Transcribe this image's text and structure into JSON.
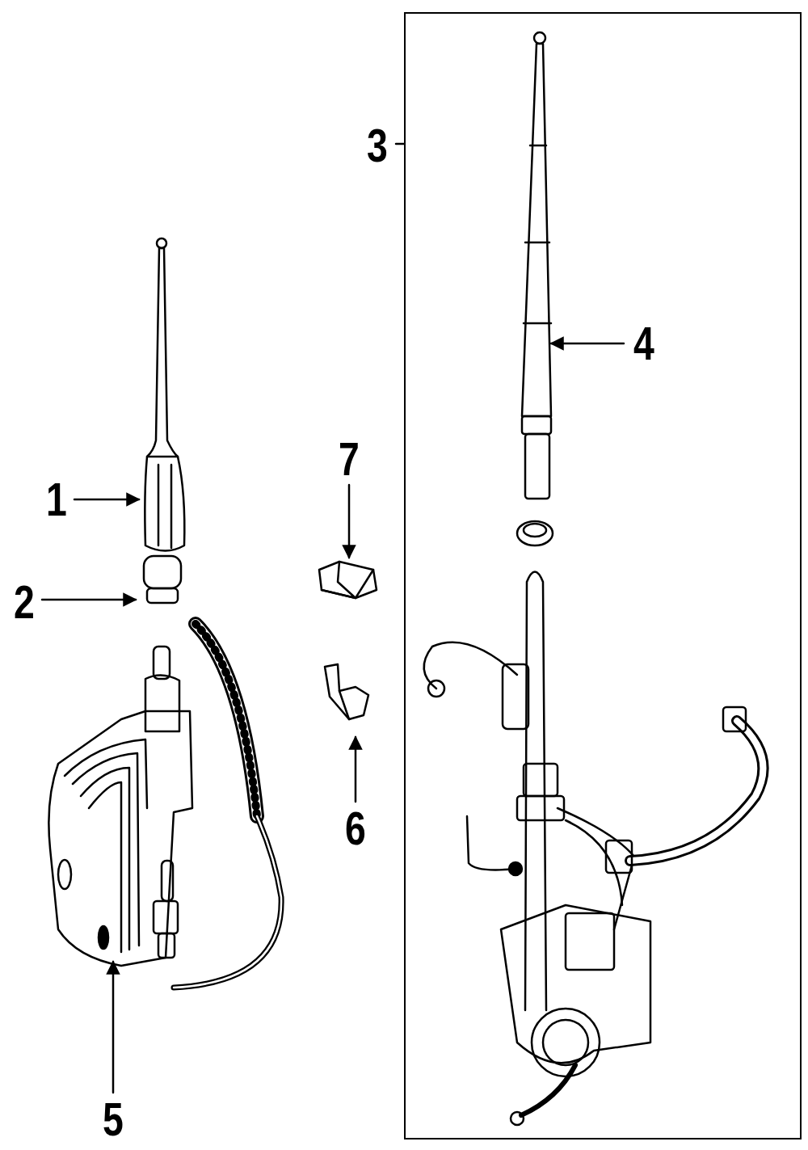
{
  "diagram": {
    "nodes": [
      {
        "text": [
          "3"
        ]
      }
    ],
    "labels": [
      "1",
      "2",
      "4",
      "5",
      "6",
      "7"
    ]
  }
}
